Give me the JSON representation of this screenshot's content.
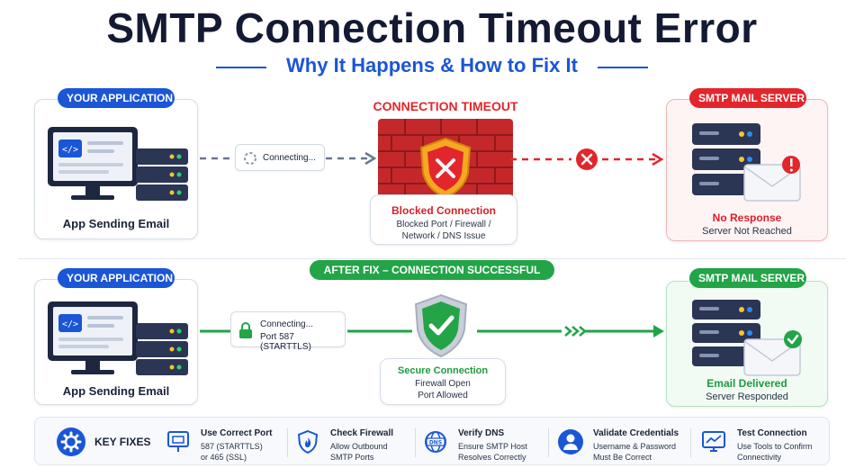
{
  "header": {
    "title": "SMTP Connection Timeout Error",
    "subtitle": "Why It Happens & How to Fix It"
  },
  "top": {
    "client": {
      "badge": "YOUR APPLICATION",
      "label": "App Sending Email"
    },
    "connecting": "Connecting...",
    "heading": "CONNECTION TIMEOUT",
    "blocked": {
      "title": "Blocked Connection",
      "line1": "Blocked Port / Firewall /",
      "line2": "Network / DNS Issue"
    },
    "server": {
      "badge": "SMTP MAIL SERVER",
      "status": "No Response",
      "detail": "Server Not Reached"
    }
  },
  "bottom": {
    "banner": "AFTER FIX – CONNECTION SUCCESSFUL",
    "client": {
      "badge": "YOUR APPLICATION",
      "label": "App Sending Email"
    },
    "connecting": "Connecting...",
    "port": "Port 587 (STARTTLS)",
    "secure": {
      "title": "Secure Connection",
      "line1": "Firewall Open",
      "line2": "Port Allowed"
    },
    "server": {
      "badge": "SMTP MAIL SERVER",
      "status": "Email Delivered",
      "detail": "Server Responded"
    }
  },
  "fixes": {
    "heading": "KEY FIXES",
    "items": [
      {
        "icon": "ethernet-port-icon",
        "title": "Use Correct Port",
        "line1": "587 (STARTTLS)",
        "line2": "or 465 (SSL)"
      },
      {
        "icon": "firewall-icon",
        "title": "Check Firewall",
        "line1": "Allow Outbound",
        "line2": "SMTP Ports"
      },
      {
        "icon": "dns-globe-icon",
        "title": "Verify DNS",
        "line1": "Ensure SMTP Host",
        "line2": "Resolves Correctly"
      },
      {
        "icon": "user-lock-icon",
        "title": "Validate Credentials",
        "line1": "Username & Password",
        "line2": "Must Be Correct"
      },
      {
        "icon": "monitor-chart-icon",
        "title": "Test Connection",
        "line1": "Use Tools to Confirm",
        "line2": "Connectivity"
      }
    ]
  },
  "colors": {
    "blue": "#1a56d6",
    "red": "#e3262b",
    "green": "#22a447",
    "navy": "#141a33"
  }
}
